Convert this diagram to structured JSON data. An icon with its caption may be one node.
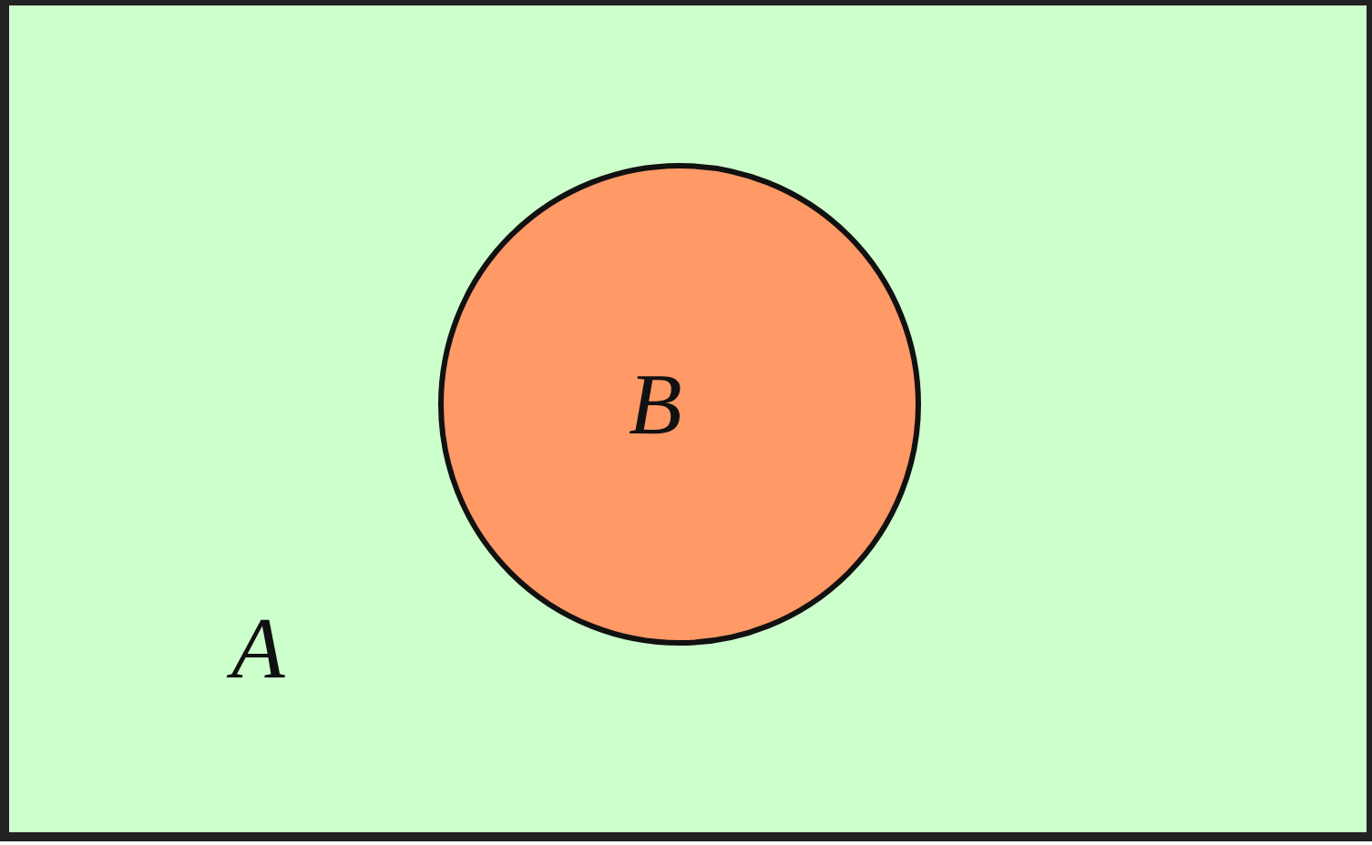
{
  "diagram": {
    "nodes": [
      {
        "text": [
          "A"
        ]
      },
      {
        "text": [
          "B"
        ],
        "in": 0
      }
    ]
  }
}
